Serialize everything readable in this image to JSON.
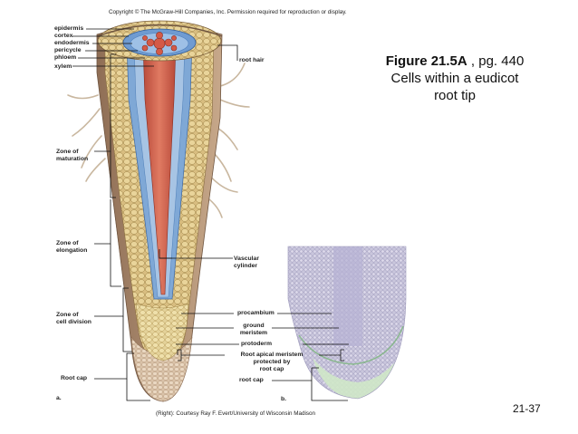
{
  "copyright": "Copyright © The McGraw-Hill Companies, Inc. Permission required for reproduction or display.",
  "credit": "(Right): Courtesy Ray F. Evert/University of Wisconsin Madison",
  "figure": {
    "title_bold": "Figure 21.5A",
    "title_rest": " , pg. 440",
    "caption_line1": "Cells within a eudicot",
    "caption_line2": "root tip"
  },
  "slide_number": "21-37",
  "left_labels": {
    "epidermis": "epidermis",
    "cortex": "cortex",
    "endodermis": "endodermis",
    "pericycle": "pericycle",
    "phloem": "phloem",
    "xylem": "xylem",
    "zone_maturation_1": "Zone of",
    "zone_maturation_2": "maturation",
    "zone_elongation_1": "Zone of",
    "zone_elongation_2": "elongation",
    "zone_division_1": "Zone of",
    "zone_division_2": "cell division",
    "root_cap": "Root cap",
    "panel_a": "a."
  },
  "right_labels": {
    "root_hair": "root hair",
    "vascular_1": "Vascular",
    "vascular_2": "cylinder",
    "procambium": "procambium",
    "ground_1": "ground",
    "ground_2": "meristem",
    "protoderm": "protoderm",
    "apical_1": "Root apical meristem",
    "apical_2": "protected by",
    "apical_3": "root cap",
    "root_cap": "root cap",
    "panel_b": "b."
  }
}
